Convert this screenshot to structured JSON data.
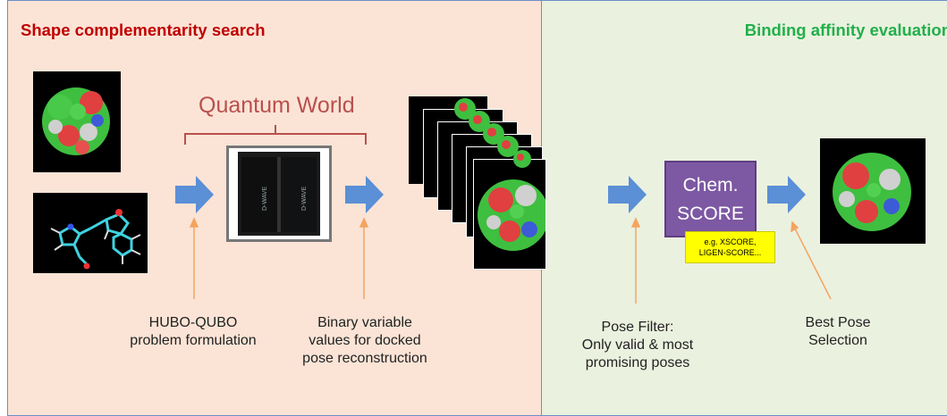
{
  "panels": {
    "left_title": "Shape complementarity search",
    "right_title": "Binding affinity evaluation"
  },
  "quantum_label": "Quantum World",
  "computer_brand": "D-WAVE",
  "chem_score": {
    "line1": "Chem.",
    "line2": "SCORE"
  },
  "chem_note": {
    "line1": "e.g. XSCORE,",
    "line2": "LIGEN-SCORE..."
  },
  "captions": {
    "hubo": {
      "line1": "HUBO-QUBO",
      "line2": "problem formulation"
    },
    "binary": {
      "line1": "Binary variable",
      "line2": "values for docked",
      "line3": "pose reconstruction"
    },
    "pose_filter": {
      "line1": "Pose Filter:",
      "line2": "Only valid & most",
      "line3": "promising poses"
    },
    "best_pose": {
      "line1": "Best Pose",
      "line2": "Selection"
    }
  },
  "colors": {
    "left_panel_bg": "#fbe4d6",
    "right_panel_bg": "#ebf1df",
    "left_title": "#c00000",
    "right_title": "#21b04b",
    "arrow": "#5b8fd6",
    "pointer": "#f4a460",
    "chem_box": "#7d58a3",
    "note": "#ffff00"
  }
}
